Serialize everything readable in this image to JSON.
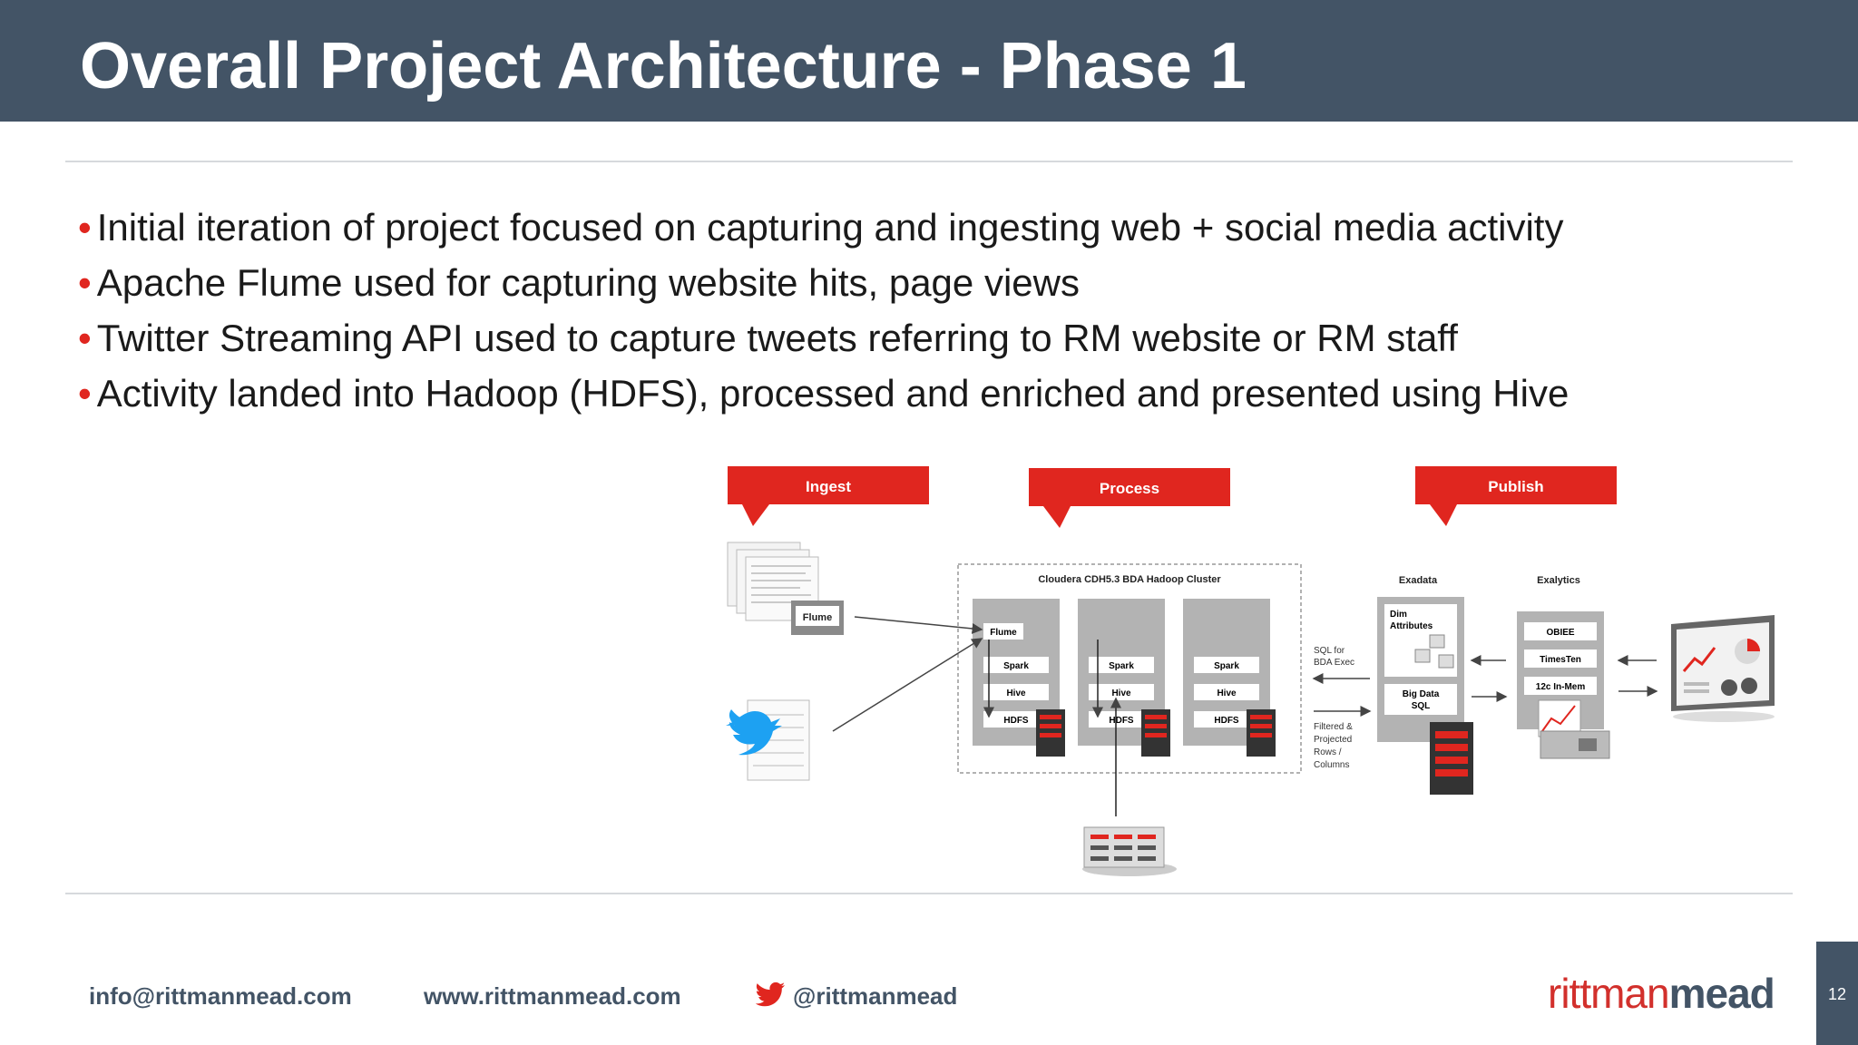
{
  "slide": {
    "title": "Overall Project Architecture - Phase 1",
    "bullets": [
      "Initial iteration of project focused on capturing and ingesting web + social media activity",
      "Apache Flume used for capturing website hits, page views",
      "Twitter Streaming API used to capture tweets referring to RM website or RM staff",
      "Activity landed into Hadoop (HDFS), processed and enriched and presented using Hive"
    ],
    "page_number": "12"
  },
  "diagram": {
    "stages": [
      "Ingest",
      "Process",
      "Publish"
    ],
    "flume_label": "Flume",
    "cluster_title": "Cloudera CDH5.3 BDA Hadoop Cluster",
    "node_labels": [
      "Flume",
      "Spark",
      "Hive",
      "HDFS"
    ],
    "node2_labels": [
      "Spark",
      "Hive",
      "HDFS"
    ],
    "node3_labels": [
      "Spark",
      "Hive",
      "HDFS"
    ],
    "sql_label_1": "SQL for",
    "sql_label_2": "BDA Exec",
    "filtered_lines": [
      "Filtered &",
      "Projected",
      "Rows /",
      "Columns"
    ],
    "exadata": "Exadata",
    "exadata_items": {
      "dim_1": "Dim",
      "dim_2": "Attributes",
      "bds_1": "Big Data",
      "bds_2": "SQL"
    },
    "exalytics": "Exalytics",
    "exalytics_items": [
      "OBIEE",
      "TimesTen",
      "12c In-Mem"
    ]
  },
  "footer": {
    "email": "info@rittmanmead.com",
    "website": "www.rittmanmead.com",
    "twitter": "@rittmanmead",
    "logo_part1": "rittman",
    "logo_part2": "mead"
  },
  "colors": {
    "header_bg": "#435466",
    "accent_red": "#e0261f",
    "node_grey": "#b3b3b3"
  }
}
